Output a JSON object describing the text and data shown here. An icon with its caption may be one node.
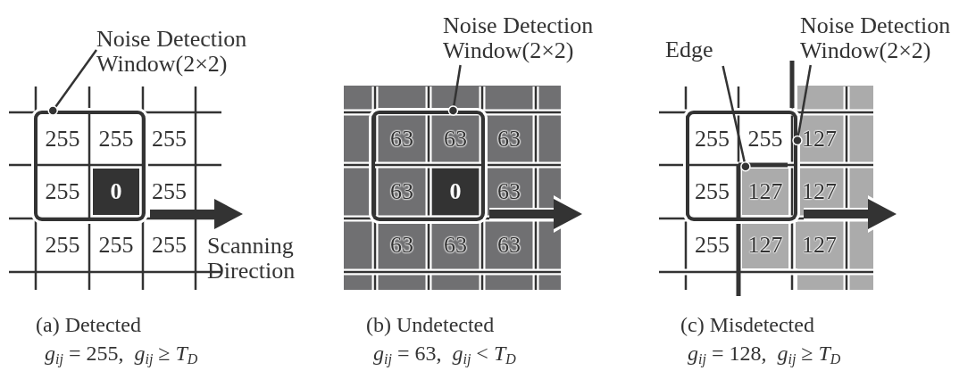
{
  "diagram": {
    "nodes": [
      {
        "text": [
          "Noise Detection Window(2×2)"
        ]
      },
      {
        "text": [],
        "shape": "box"
      },
      {
        "text": [
          "Noise Detection Window(2×2)"
        ]
      },
      {
        "text": [],
        "shape": "box"
      },
      {
        "text": [
          "Edge"
        ]
      },
      {
        "text": [
          "Noise Detection Window(2×2)"
        ]
      },
      {
        "text": [],
        "shape": "box"
      },
      {
        "text": [],
        "shape": "bar"
      }
    ],
    "edges": [
      {
        "from": 0,
        "to": 1,
        "arrow": "other"
      },
      {
        "from": 2,
        "to": 3,
        "arrow": "other"
      },
      {
        "from": 4,
        "to": 7,
        "arrow": "other"
      },
      {
        "from": 5,
        "to": 6,
        "arrow": "other"
      }
    ],
    "labels": [
      "Scanning Direction",
      "255",
      "255",
      "255",
      "255",
      "0",
      "255",
      "255",
      "255",
      "255",
      "(a) Detected",
      "*g*$_{ij}$ = 255,  *g*$_{ij}$ ≥ *T*$_{D}$",
      "63",
      "63",
      "63",
      "63",
      "0",
      "63",
      "63",
      "63",
      "63",
      "(b) Undetected",
      "*g*$_{ij}$ = 63,  *g*$_{ij}$ < *T*$_{D}$",
      "255",
      "255",
      "127",
      "255",
      "127",
      "127",
      "255",
      "127",
      "127",
      "(c) Misdetected",
      "*g*$_{ij}$ = 128,  *g*$_{ij}$ ≥ *T*$_{D}$"
    ]
  }
}
